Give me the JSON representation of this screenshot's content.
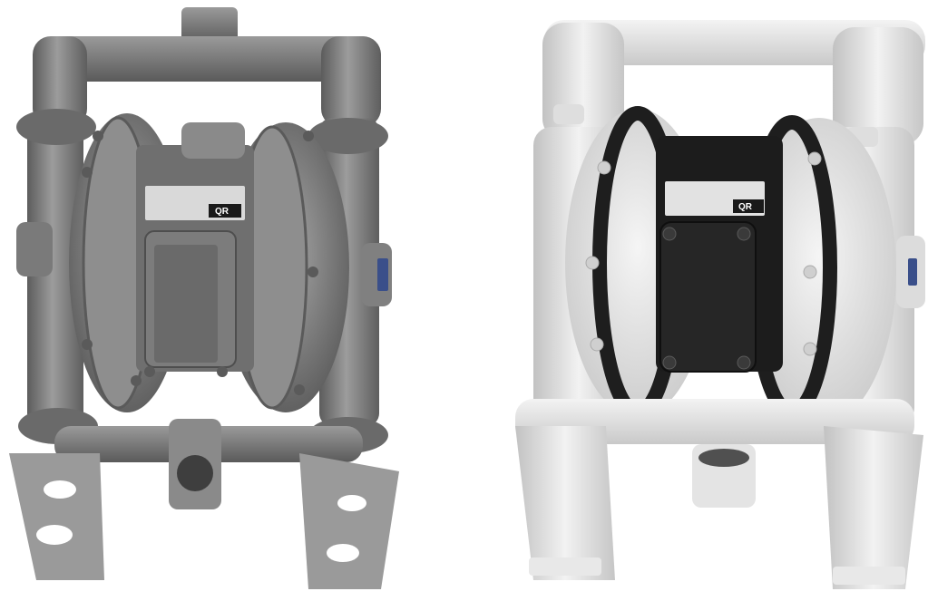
{
  "pumps": [
    {
      "id": "left",
      "finish": "dark-metal",
      "label_badge": "QR",
      "colors": {
        "body": "#8a8a8a",
        "body_dark": "#5e5e5e",
        "highlight": "#b8b8b8",
        "plate": "#6e6e6e"
      }
    },
    {
      "id": "right",
      "finish": "light-cast",
      "label_badge": "QR",
      "colors": {
        "body": "#e6e6e6",
        "body_dark": "#c4c4c4",
        "highlight": "#f7f7f7",
        "plate": "#1c1c1c"
      }
    }
  ]
}
